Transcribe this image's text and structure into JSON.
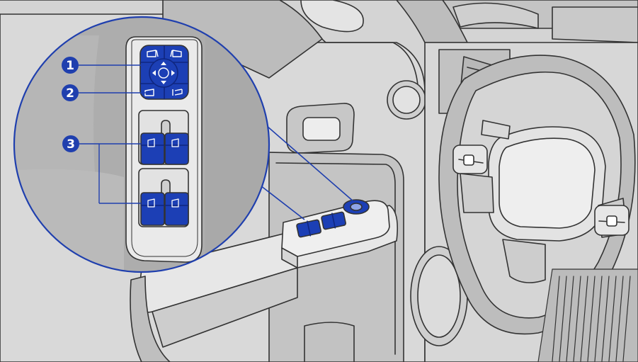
{
  "colors": {
    "background": "#d4d4d4",
    "panel_light": "#e6e6e6",
    "panel_mid": "#c9c9c9",
    "panel_dark": "#a6a6a6",
    "magnifier_bg": "#acacac",
    "outline": "#333333",
    "accent_blue": "#1c3fb5",
    "accent_blue_dark": "#0f2680",
    "callout_badge": "#1f3fae",
    "leader_line": "#1f3fae"
  },
  "callouts": [
    {
      "number": "1",
      "target": "outside-mirror-adjust-switch"
    },
    {
      "number": "2",
      "target": "mirror-fold-button"
    },
    {
      "number": "3",
      "target": "power-window-switches"
    }
  ],
  "icons": {
    "mirror_left": "mirror-left-icon",
    "mirror_right": "mirror-right-icon",
    "joystick": "mirror-joystick-icon",
    "fold": "mirror-fold-icon",
    "window": "window-switch-icon"
  }
}
